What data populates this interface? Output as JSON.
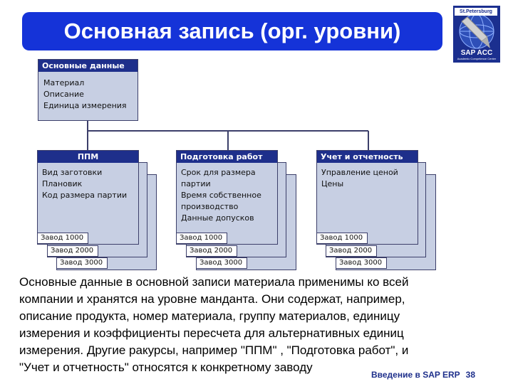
{
  "title": "Основная запись (орг. уровни)",
  "logo": {
    "city": "St.Petersburg",
    "word": "SAP ACC",
    "subtitle": "Academic Competence Center"
  },
  "main_box": {
    "header": "Основные данные",
    "items": [
      "Материал",
      "Описание",
      "Единица измерения"
    ]
  },
  "views": [
    {
      "header": "ППМ",
      "items": [
        "Вид заготовки",
        "Плановик",
        "Код размера партии"
      ],
      "plants": [
        "Завод 1000",
        "Завод 2000",
        "Завод 3000"
      ]
    },
    {
      "header": "Подготовка работ",
      "items": [
        "Срок для размера",
        "партии",
        "Время собственное",
        "производство",
        "Данные допусков"
      ],
      "plants": [
        "Завод 1000",
        "Завод 2000",
        "Завод 3000"
      ]
    },
    {
      "header": "Учет и отчетность",
      "items": [
        "Управление ценой",
        "Цены"
      ],
      "plants": [
        "Завод 1000",
        "Завод 2000",
        "Завод 3000"
      ]
    }
  ],
  "body_lines": [
    "Основные данные в основной записи материала применимы ко всей",
    "компании и хранятся на уровне манданта. Они содержат, например,",
    "описание продукта, номер материала, группу материалов, единицу",
    "измерения и коэффициенты пересчета для альтернативных единиц",
    "измерения. Другие ракурсы, например  \"ППМ\" , \"Подготовка работ\", и",
    "\"Учет и отчетность\" относятся к конкретному заводу"
  ],
  "footer": {
    "label": "Введение в SAP ERP",
    "page": "38"
  },
  "colors": {
    "banner": "#1533d8",
    "header_fill": "#1e2f8b",
    "card_fill": "#c7cfe3",
    "card_border": "#3c3f6a"
  }
}
